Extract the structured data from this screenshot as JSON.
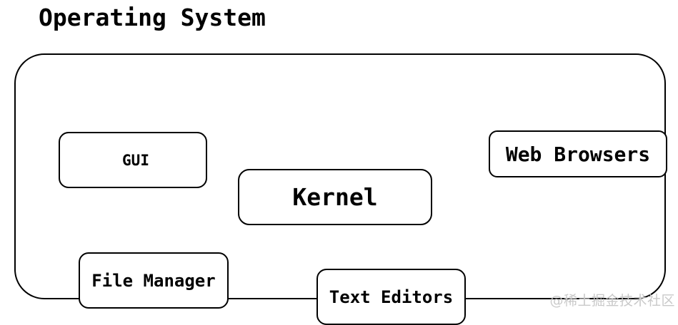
{
  "diagram": {
    "title": "Operating System",
    "container_label": "os-container",
    "components": [
      {
        "id": "gui",
        "label": "GUI"
      },
      {
        "id": "kernel",
        "label": "Kernel"
      },
      {
        "id": "web-browsers",
        "label": "Web Browsers"
      },
      {
        "id": "file-manager",
        "label": "File Manager"
      },
      {
        "id": "text-editors",
        "label": "Text Editors"
      }
    ]
  },
  "watermark": {
    "text": "@稀土掘金技术社区"
  },
  "colors": {
    "stroke": "#000000",
    "background": "#ffffff",
    "watermark": "#c9c9c9"
  }
}
